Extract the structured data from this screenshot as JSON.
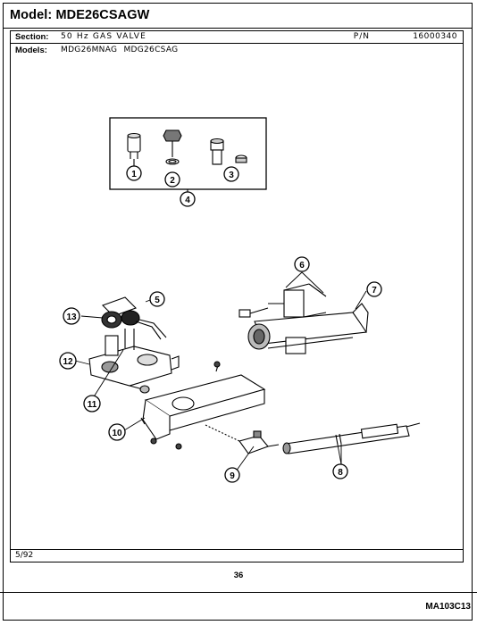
{
  "header": {
    "title": "Model:  MDE26CSAGW"
  },
  "section": {
    "label": "Section:",
    "value": "50 Hz GAS VALVE",
    "pn_label": "P/N",
    "pn_value": "16000340"
  },
  "models": {
    "label": "Models:",
    "value": "MDG26MNAG MDG26CSAG"
  },
  "footer": {
    "date": "5/92",
    "page_number": "36",
    "doc_code": "MA103C13"
  },
  "callouts": [
    "1",
    "2",
    "3",
    "4",
    "5",
    "6",
    "7",
    "8",
    "9",
    "10",
    "11",
    "12",
    "13"
  ]
}
